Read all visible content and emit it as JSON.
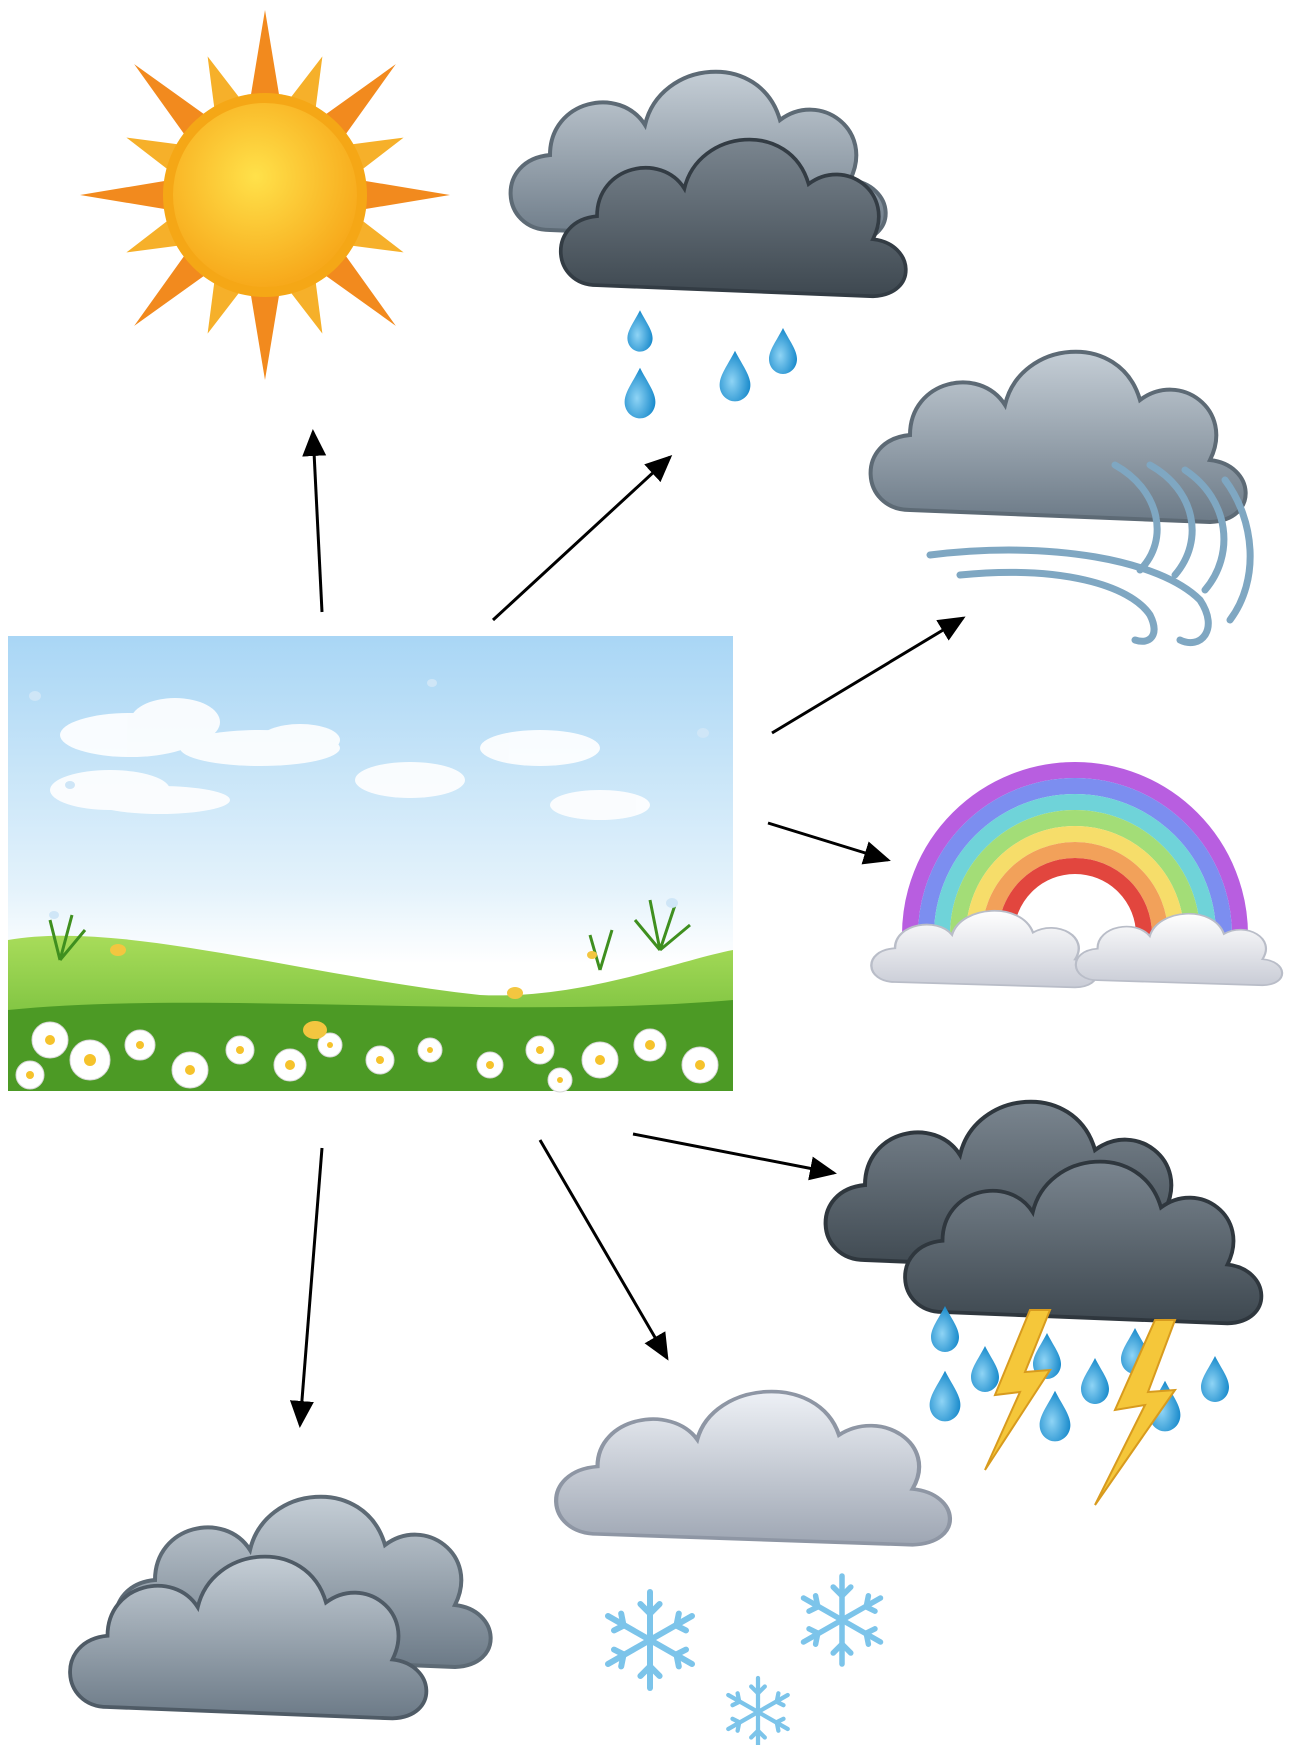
{
  "diagram": {
    "central_node": {
      "id": "scene",
      "icon": "meadow-landscape-icon"
    },
    "nodes": [
      {
        "id": "sun",
        "icon": "sun-icon"
      },
      {
        "id": "rain",
        "icon": "rain-cloud-icon"
      },
      {
        "id": "wind",
        "icon": "wind-cloud-icon"
      },
      {
        "id": "rainbow",
        "icon": "rainbow-icon"
      },
      {
        "id": "storm",
        "icon": "thunderstorm-icon"
      },
      {
        "id": "snow",
        "icon": "snow-cloud-icon"
      },
      {
        "id": "cloudy",
        "icon": "cloudy-icon"
      }
    ],
    "edges": [
      {
        "from": "scene",
        "to": "sun"
      },
      {
        "from": "scene",
        "to": "rain"
      },
      {
        "from": "scene",
        "to": "wind"
      },
      {
        "from": "scene",
        "to": "rainbow"
      },
      {
        "from": "scene",
        "to": "storm"
      },
      {
        "from": "scene",
        "to": "snow"
      },
      {
        "from": "scene",
        "to": "cloudy"
      }
    ],
    "colors": {
      "sky_top": "#a9d6f5",
      "grass": "#6cc03a",
      "sun_core": "#f7b51b",
      "sun_rays": "#f28a1e",
      "dark_cloud": "#4f5b66",
      "grey_cloud": "#8a98a6",
      "raindrop": "#2f9fdc",
      "lightning": "#f5c73a",
      "snowflake": "#7cc4ea",
      "arrow": "#000000"
    }
  }
}
